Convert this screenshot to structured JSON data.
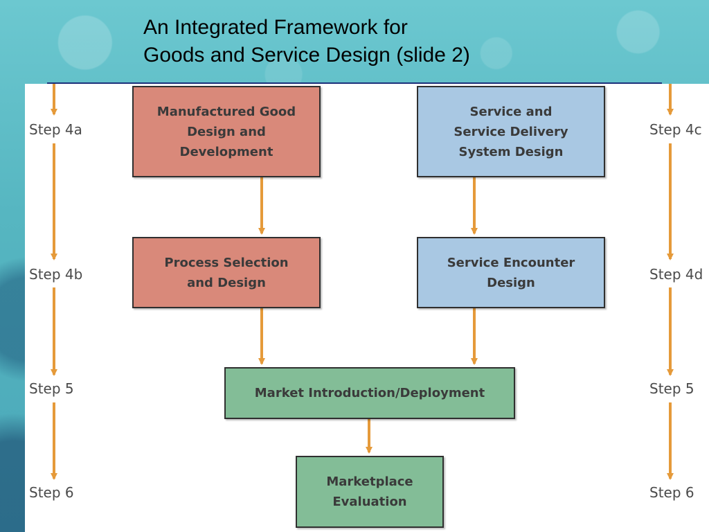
{
  "slide": {
    "title_line1": "An Integrated Framework for",
    "title_line2": "Goods and Service Design (slide 2)"
  },
  "colors": {
    "goods_box": "#d9897a",
    "service_box": "#a9c8e3",
    "market_box": "#83bd97",
    "arrow": "#e59a3a",
    "title_rule": "#1b2f7a"
  },
  "diagram": {
    "boxes": {
      "manufactured_good": "Manufactured Good\nDesign and\nDevelopment",
      "service_delivery": "Service and\nService Delivery\nSystem Design",
      "process_selection": "Process Selection\nand Design",
      "service_encounter": "Service Encounter\nDesign",
      "market_introduction": "Market Introduction/Deployment",
      "marketplace_evaluation": "Marketplace\nEvaluation"
    },
    "left_steps": [
      "Step 4a",
      "Step 4b",
      "Step 5",
      "Step 6"
    ],
    "right_steps": [
      "Step 4c",
      "Step 4d",
      "Step 5",
      "Step 6"
    ]
  }
}
